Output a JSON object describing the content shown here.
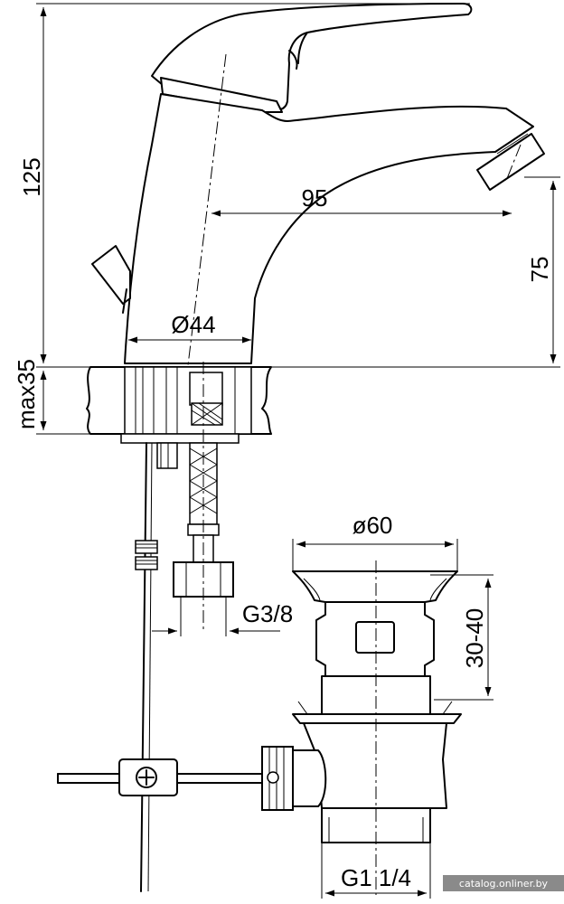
{
  "dimensions": {
    "height_125": "125",
    "reach_95": "95",
    "spout_height_75": "75",
    "base_diameter": "Ø44",
    "max_thickness": "max35",
    "connection_thread": "G3/8",
    "drain_diameter": "ø60",
    "drain_height": "30-40",
    "drain_thread": "G1 1/4"
  },
  "watermark": "catalog.onliner.by"
}
